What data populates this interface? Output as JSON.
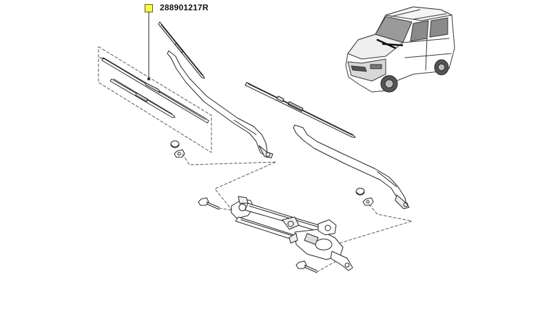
{
  "callout": {
    "part_number": "288901217R",
    "marker_color": "#ffff33"
  },
  "parts": [
    {
      "name": "wiper-blade-assembly-left",
      "icon": "wiper-blade-icon"
    },
    {
      "name": "wiper-blade-refill",
      "icon": "wiper-rubber-icon"
    },
    {
      "name": "wiper-blade-right",
      "icon": "wiper-blade-icon"
    },
    {
      "name": "wiper-arm-left",
      "icon": "wiper-arm-icon"
    },
    {
      "name": "wiper-arm-right",
      "icon": "wiper-arm-icon"
    },
    {
      "name": "arm-cap-left",
      "icon": "cap-icon"
    },
    {
      "name": "arm-nut-left",
      "icon": "nut-icon"
    },
    {
      "name": "arm-cap-right",
      "icon": "cap-icon"
    },
    {
      "name": "arm-nut-right",
      "icon": "nut-icon"
    },
    {
      "name": "wiper-linkage-motor",
      "icon": "wiper-motor-icon"
    },
    {
      "name": "linkage-bolt-left",
      "icon": "bolt-icon"
    },
    {
      "name": "linkage-bolt-bottom",
      "icon": "bolt-icon"
    },
    {
      "name": "vehicle-locator-van",
      "icon": "van-icon"
    }
  ]
}
